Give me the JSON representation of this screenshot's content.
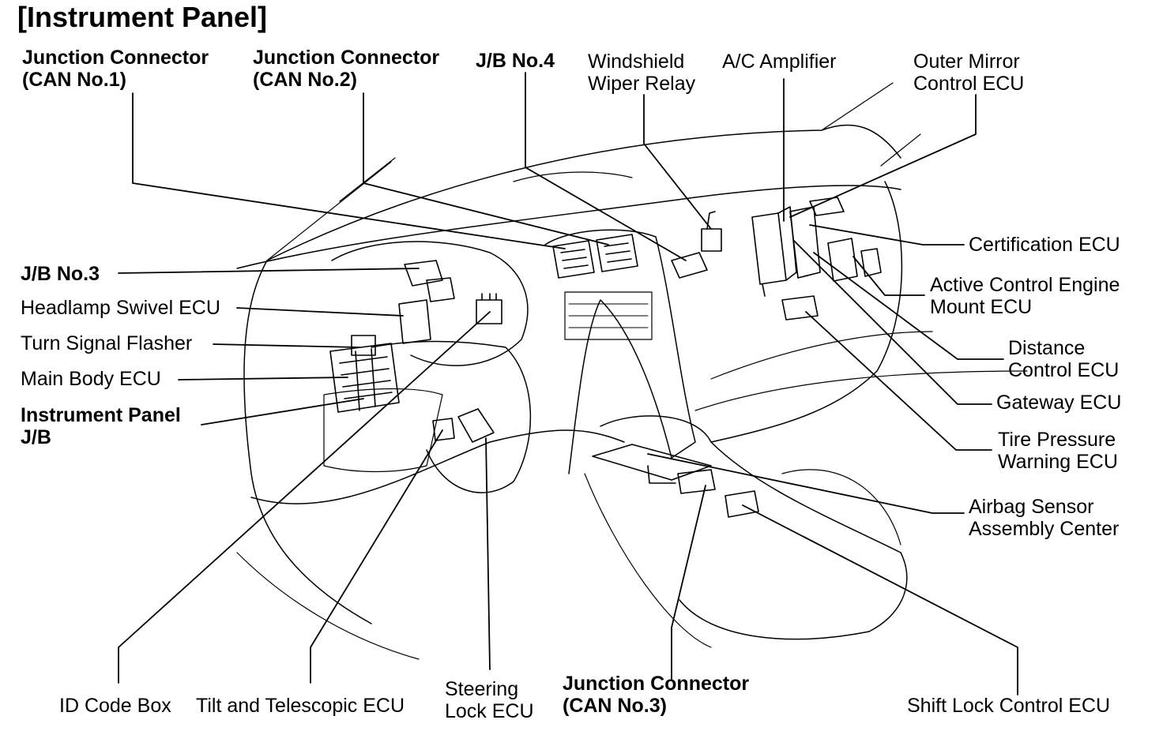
{
  "title": "[Instrument Panel]",
  "labels": {
    "jc_can1": [
      "Junction Connector",
      "(CAN No.1)"
    ],
    "jc_can2": [
      "Junction Connector",
      "(CAN No.2)"
    ],
    "jb4": [
      "J/B No.4"
    ],
    "wiper": [
      "Windshield",
      "Wiper Relay"
    ],
    "ac_amp": [
      "A/C Amplifier"
    ],
    "mirror": [
      "Outer Mirror",
      "Control ECU"
    ],
    "jb3": [
      "J/B No.3"
    ],
    "headlamp": [
      "Headlamp Swivel ECU"
    ],
    "turn": [
      "Turn Signal Flasher"
    ],
    "main_body": [
      "Main Body ECU"
    ],
    "ip_jb": [
      "Instrument Panel",
      "J/B"
    ],
    "cert": [
      "Certification ECU"
    ],
    "acem": [
      "Active Control Engine",
      "Mount ECU"
    ],
    "distance": [
      "Distance",
      "Control ECU"
    ],
    "gateway": [
      "Gateway ECU"
    ],
    "tire": [
      "Tire Pressure",
      "Warning ECU"
    ],
    "airbag": [
      "Airbag Sensor",
      "Assembly Center"
    ],
    "id_code": [
      "ID Code Box"
    ],
    "tilt": [
      "Tilt and Telescopic ECU"
    ],
    "steering": [
      "Steering",
      "Lock ECU"
    ],
    "jc_can3": [
      "Junction Connector",
      "(CAN No.3)"
    ],
    "shift": [
      "Shift Lock Control ECU"
    ]
  }
}
